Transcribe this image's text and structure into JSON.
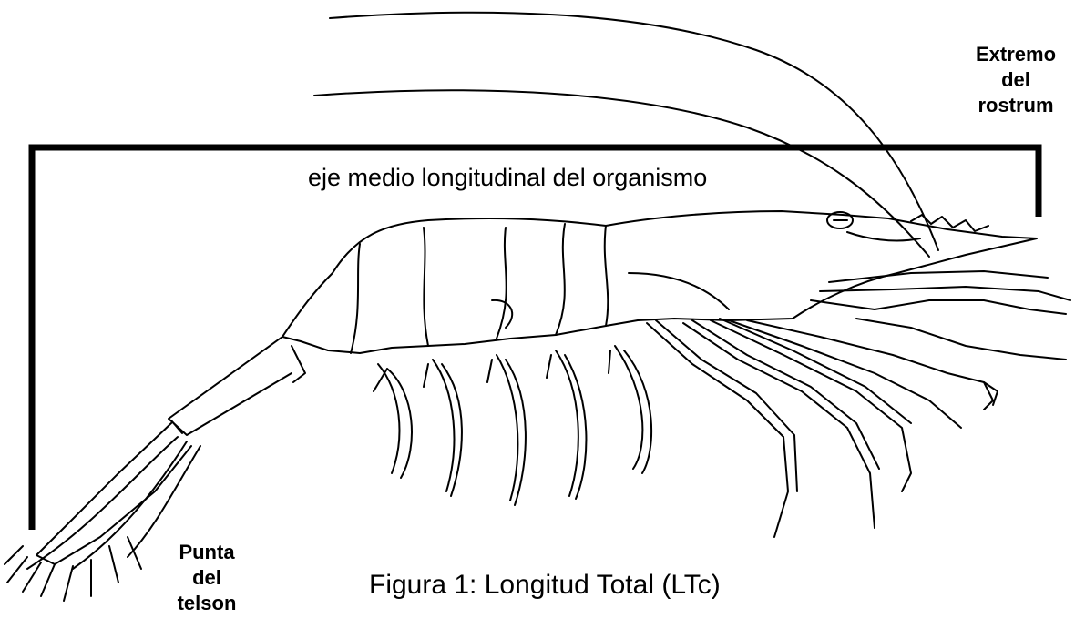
{
  "labels": {
    "rostrum": [
      "Extremo",
      "del",
      "rostrum"
    ],
    "telson": [
      "Punta",
      "del",
      "telson"
    ],
    "axis": "eje medio longitudinal del organismo"
  },
  "caption": "Figura 1: Longitud Total (LTc)"
}
